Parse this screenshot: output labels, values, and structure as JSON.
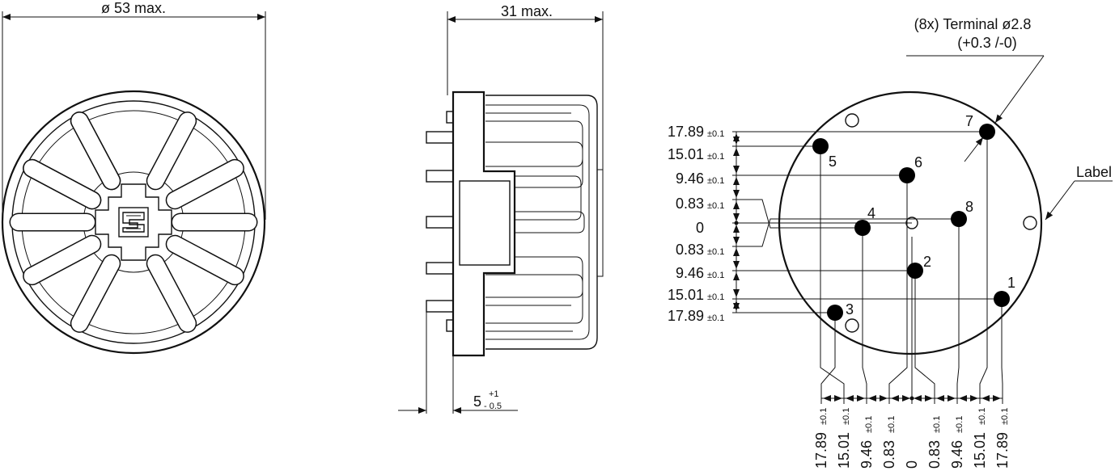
{
  "front_view": {
    "diameter_label": "ø 53 max."
  },
  "side_view": {
    "width_label": "31 max.",
    "pin_length_value": "5",
    "pin_length_tol_plus": "+1",
    "pin_length_tol_minus": "- 0.5"
  },
  "pin_view": {
    "terminal_note_line1": "(8x) Terminal ø2.8",
    "terminal_note_line2": "(+0.3 /-0)",
    "label_callout": "Label",
    "y_dims": [
      {
        "value": "17.89",
        "tol": "±0.1"
      },
      {
        "value": "15.01",
        "tol": "±0.1"
      },
      {
        "value": "9.46",
        "tol": "±0.1"
      },
      {
        "value": "0.83",
        "tol": "±0.1"
      },
      {
        "value": "0",
        "tol": ""
      },
      {
        "value": "0.83",
        "tol": "±0.1"
      },
      {
        "value": "9.46",
        "tol": "±0.1"
      },
      {
        "value": "15.01",
        "tol": "±0.1"
      },
      {
        "value": "17.89",
        "tol": "±0.1"
      }
    ],
    "x_dims": [
      {
        "value": "17.89",
        "tol": "±0.1"
      },
      {
        "value": "15.01",
        "tol": "±0.1"
      },
      {
        "value": "9.46",
        "tol": "±0.1"
      },
      {
        "value": "0.83",
        "tol": "±0.1"
      },
      {
        "value": "0",
        "tol": ""
      },
      {
        "value": "0.83",
        "tol": "±0.1"
      },
      {
        "value": "9.46",
        "tol": "±0.1"
      },
      {
        "value": "15.01",
        "tol": "±0.1"
      },
      {
        "value": "17.89",
        "tol": "±0.1"
      }
    ],
    "pin_numbers": [
      "1",
      "2",
      "3",
      "4",
      "5",
      "6",
      "7",
      "8"
    ]
  }
}
